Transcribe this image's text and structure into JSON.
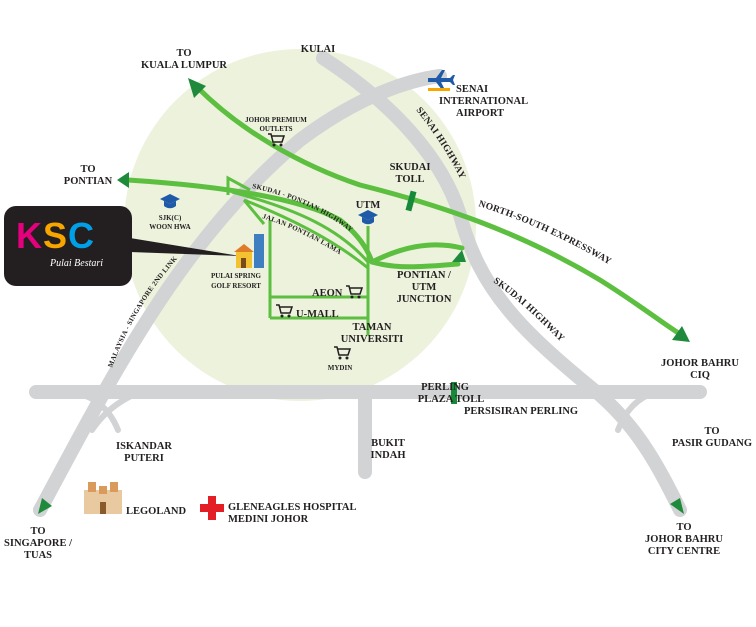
{
  "ksc_logo": {
    "letter_k": "K",
    "letter_s": "S",
    "letter_c": "C",
    "tagline": "Pulai Bestari"
  },
  "labels": {
    "to_kuala_lumpur": [
      "TO",
      "KUALA LUMPUR"
    ],
    "kulai": "KULAI",
    "senai_airport": [
      "SENAI",
      "INTERNATIONAL",
      "AIRPORT"
    ],
    "johor_premium_outlets": [
      "JOHOR PREMIUM",
      "OUTLETS"
    ],
    "to_pontian": [
      "TO",
      "PONTIAN"
    ],
    "skudai_toll": [
      "SKUDAI",
      "TOLL"
    ],
    "sjk_woon_hwa": [
      "SJK(C)",
      "WOON HWA"
    ],
    "utm": "UTM",
    "pulai_spring": [
      "PULAI SPRING",
      "GOLF RESORT"
    ],
    "aeon": "AEON",
    "u_mall": "U-MALL",
    "taman_universiti": [
      "TAMAN",
      "UNIVERSITI"
    ],
    "mydin": "MYDIN",
    "pontian_utm_junction": [
      "PONTIAN /",
      "UTM",
      "JUNCTION"
    ],
    "johor_bahru_ciq": [
      "JOHOR BAHRU",
      "CIQ"
    ],
    "perling_plaza_toll": [
      "PERLING",
      "PLAZA TOLL"
    ],
    "persisiran_perling": "PERSISIRAN PERLING",
    "to_pasir_gudang": [
      "TO",
      "PASIR GUDANG"
    ],
    "iskandar_puteri": [
      "ISKANDAR",
      "PUTERI"
    ],
    "bukit_indah": [
      "BUKIT",
      "INDAH"
    ],
    "legoland": "LEGOLAND",
    "gleneagles": [
      "GLENEAGLES HOSPITAL",
      "MEDINI JOHOR"
    ],
    "to_singapore": [
      "TO",
      "SINGAPORE /",
      "TUAS"
    ],
    "to_jb_city_centre": [
      "TO",
      "JOHOR BAHRU",
      "CITY CENTRE"
    ]
  },
  "roads": {
    "senai_highway": "SENAI HIGHWAY",
    "north_south_expressway": "NORTH-SOUTH EXPRESSWAY",
    "skudai_highway": "SKUDAI HIGHWAY",
    "skudai_pontian_highway": "SKUDAI - PONTIAN HIGHWAY",
    "jalan_pontian_lama": "JALAN PONTIAN LAMA",
    "second_link": "MALAYSIA - SINGAPORE 2ND LINK"
  },
  "colors": {
    "highway_green": "#5cbf3f",
    "arrow_green": "#1f8a3c",
    "road_grey": "#d2d3d5",
    "area_fill": "#ecf2dc",
    "toll_green": "#178a3a",
    "label_text": "#231f20",
    "hospital_red": "#e31e24",
    "badge_bg": "#231f20"
  },
  "icons": [
    "airplane-icon",
    "shopping-cart-icon",
    "graduation-cap-icon",
    "building-icon",
    "castle-icon",
    "hospital-cross-icon",
    "arrow-icon"
  ]
}
